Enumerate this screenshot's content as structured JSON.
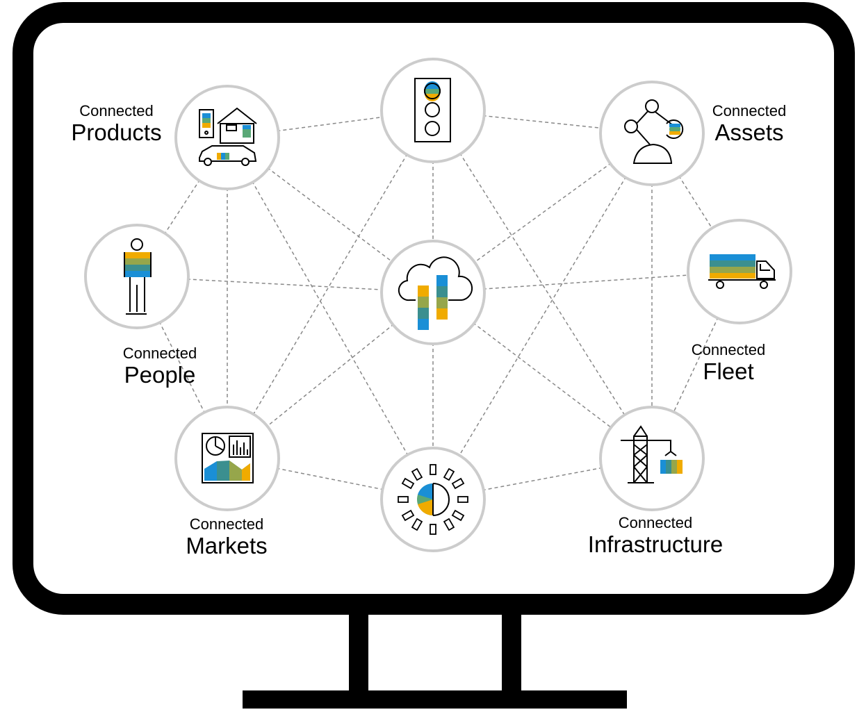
{
  "colors": {
    "frame": "#000000",
    "node_ring": "#cccccc",
    "edge": "#888888",
    "blue": "#1a8fd6",
    "green": "#5aa877",
    "gold": "#f0ab00",
    "teal": "#3b8f8f",
    "olive": "#96a64b"
  },
  "nodes": [
    {
      "id": "products",
      "icon": "house-car-device-icon",
      "label_small": "Connected",
      "label_large": "Products"
    },
    {
      "id": "signal",
      "icon": "traffic-light-icon",
      "label_small": "",
      "label_large": ""
    },
    {
      "id": "assets",
      "icon": "robot-arm-icon",
      "label_small": "Connected",
      "label_large": "Assets"
    },
    {
      "id": "people",
      "icon": "person-icon",
      "label_small": "Connected",
      "label_large": "People"
    },
    {
      "id": "cloud",
      "icon": "cloud-analytics-icon",
      "label_small": "",
      "label_large": ""
    },
    {
      "id": "fleet",
      "icon": "truck-icon",
      "label_small": "Connected",
      "label_large": "Fleet"
    },
    {
      "id": "markets",
      "icon": "market-chart-icon",
      "label_small": "Connected",
      "label_large": "Markets"
    },
    {
      "id": "energy",
      "icon": "sun-energy-icon",
      "label_small": "",
      "label_large": ""
    },
    {
      "id": "infrastructure",
      "icon": "crane-icon",
      "label_small": "Connected",
      "label_large": "Infrastructure"
    }
  ],
  "edges": [
    [
      "products",
      "signal"
    ],
    [
      "products",
      "people"
    ],
    [
      "products",
      "cloud"
    ],
    [
      "products",
      "markets"
    ],
    [
      "products",
      "energy"
    ],
    [
      "signal",
      "assets"
    ],
    [
      "signal",
      "cloud"
    ],
    [
      "signal",
      "markets"
    ],
    [
      "signal",
      "infrastructure"
    ],
    [
      "assets",
      "fleet"
    ],
    [
      "assets",
      "cloud"
    ],
    [
      "assets",
      "infrastructure"
    ],
    [
      "assets",
      "energy"
    ],
    [
      "people",
      "cloud"
    ],
    [
      "people",
      "markets"
    ],
    [
      "cloud",
      "fleet"
    ],
    [
      "cloud",
      "markets"
    ],
    [
      "cloud",
      "energy"
    ],
    [
      "cloud",
      "infrastructure"
    ],
    [
      "fleet",
      "infrastructure"
    ],
    [
      "markets",
      "energy"
    ],
    [
      "energy",
      "infrastructure"
    ]
  ]
}
